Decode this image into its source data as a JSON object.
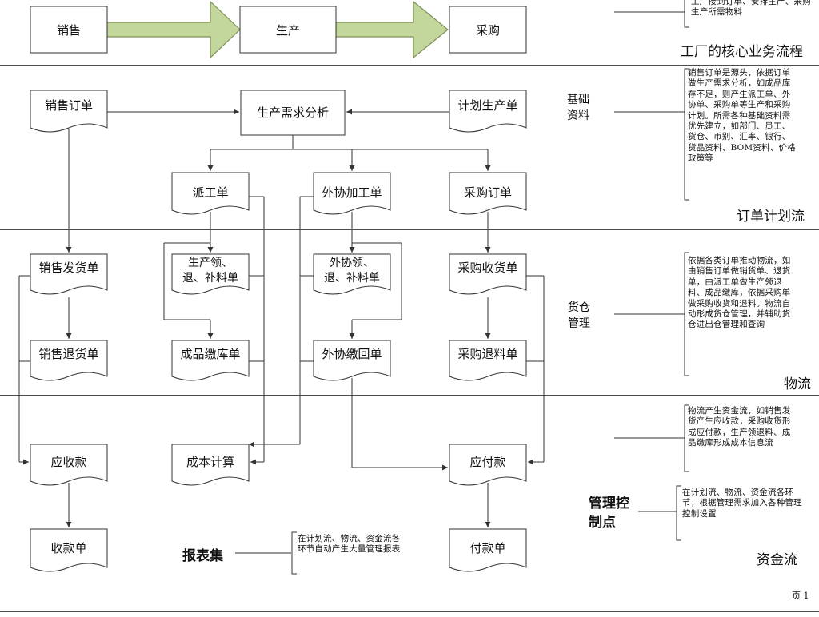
{
  "top_flow": {
    "sales": "销售",
    "production": "生产",
    "purchase": "采购",
    "note": "工厂接到订单、安排生产、采购生产所需物料",
    "title": "工厂的核心业务流程"
  },
  "plan_section": {
    "sales_order": "销售订单",
    "demand_analysis": "生产需求分析",
    "plan_production_order": "计划生产单",
    "dispatch_order": "派工单",
    "outsource_order": "外协加工单",
    "purchase_order": "采购订单",
    "base_label": "基础资料",
    "note": "销售订单是源头，依据订单做生产需求分析，如成品库存不足，则产生派工单、外协单、采购单等生产和采购计划。所需各种基础资料需优先建立，如部门、员工、货仓、币别、汇率、银行、货品资料、BOM资料、价格政策等",
    "title": "订单计划流"
  },
  "logistics_section": {
    "sales_delivery": "销售发货单",
    "production_material": "生产领、退、补料单",
    "outsource_material": "外协领、退、补料单",
    "purchase_receipt": "采购收货单",
    "sales_return": "销售退货单",
    "finished_stock_in": "成品缴库单",
    "outsource_return": "外协缴回单",
    "purchase_return": "采购退料单",
    "warehouse_label": "货仓管理",
    "note": "依据各类订单推动物流，如由销售订单做销货单、退货单，由派工单做生产领退料、成品缴库，依据采购单做采购收货和退料。物流自动形成货仓管理，并辅助货仓进出仓管理和查询",
    "title": "物流"
  },
  "finance_section": {
    "receivable": "应收款",
    "cost_calc": "成本计算",
    "payable": "应付款",
    "receipt": "收款单",
    "payment": "付款单",
    "report_label": "报表集",
    "report_note": "在计划流、物流、资金流各环节自动产生大量管理报表",
    "control_label": "管理控制点",
    "control_note": "在计划流、物流、资金流各环节，根据管理需求加入各种管理控制设置",
    "flow_note": "物流产生资金流，如销售发货产生应收款，采购收货形成应付款，生产领退料、成品缴库形成成本信息流",
    "title": "资金流"
  },
  "footer": {
    "page": "页 1"
  },
  "colors": {
    "arrow_fill": "#c3d69b",
    "arrow_stroke": "#7d8f58",
    "line": "#333333"
  }
}
